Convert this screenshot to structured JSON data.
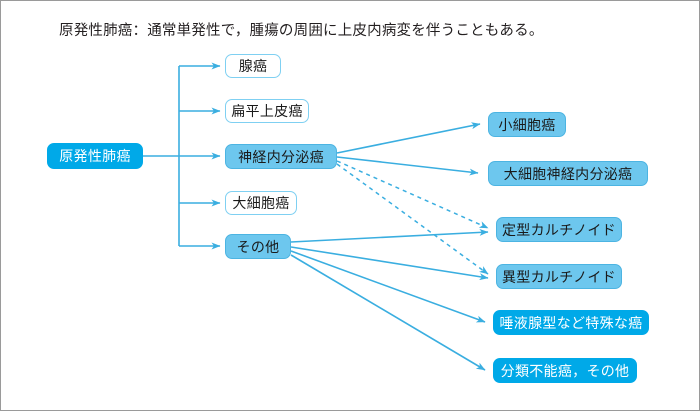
{
  "caption": {
    "text": "原発性肺癌：通常単発性で，腫瘍の周囲に上皮内病変を伴うこともある。"
  },
  "colors": {
    "primary_fill": "#00a9e8",
    "tinted_fill": "#6dc7ee",
    "node_border": "#4cb4e2",
    "outline_border": "#7fd0f2",
    "edge": "#3aaee0",
    "frame_border": "#9a9a9a",
    "caption_text": "#231f20",
    "light_text": "#ffffff",
    "dark_text": "#1a1a1a"
  },
  "diagram": {
    "type": "tree",
    "root": {
      "id": "primary-lung-cancer",
      "label": "原発性肺癌",
      "style": "primary"
    },
    "level2": [
      {
        "id": "adenocarcinoma",
        "label": "腺癌",
        "style": "outline"
      },
      {
        "id": "squamous",
        "label": "扁平上皮癌",
        "style": "outline"
      },
      {
        "id": "neuroendocrine",
        "label": "神経内分泌癌",
        "style": "tinted"
      },
      {
        "id": "large-cell",
        "label": "大細胞癌",
        "style": "outline"
      },
      {
        "id": "other",
        "label": "その他",
        "style": "tinted"
      }
    ],
    "level3": [
      {
        "id": "small-cell",
        "label": "小細胞癌",
        "style": "tinted"
      },
      {
        "id": "large-cell-neuro",
        "label": "大細胞神経内分泌癌",
        "style": "tinted"
      },
      {
        "id": "typical-carcinoid",
        "label": "定型カルチノイド",
        "style": "tinted"
      },
      {
        "id": "atypical-carcinoid",
        "label": "異型カルチノイド",
        "style": "tinted"
      },
      {
        "id": "salivary-type",
        "label": "唾液腺型など特殊な癌",
        "style": "primary"
      },
      {
        "id": "unclassifiable",
        "label": "分類不能癌，その他",
        "style": "primary"
      }
    ],
    "edges": [
      {
        "from": "primary-lung-cancer",
        "to": "adenocarcinoma",
        "line": "solid",
        "router": "orthogonal"
      },
      {
        "from": "primary-lung-cancer",
        "to": "squamous",
        "line": "solid",
        "router": "orthogonal"
      },
      {
        "from": "primary-lung-cancer",
        "to": "neuroendocrine",
        "line": "solid",
        "router": "orthogonal"
      },
      {
        "from": "primary-lung-cancer",
        "to": "large-cell",
        "line": "solid",
        "router": "orthogonal"
      },
      {
        "from": "primary-lung-cancer",
        "to": "other",
        "line": "solid",
        "router": "orthogonal"
      },
      {
        "from": "neuroendocrine",
        "to": "small-cell",
        "line": "solid",
        "router": "direct"
      },
      {
        "from": "neuroendocrine",
        "to": "large-cell-neuro",
        "line": "solid",
        "router": "direct"
      },
      {
        "from": "neuroendocrine",
        "to": "typical-carcinoid",
        "line": "dashed",
        "router": "direct"
      },
      {
        "from": "neuroendocrine",
        "to": "atypical-carcinoid",
        "line": "dashed",
        "router": "direct"
      },
      {
        "from": "other",
        "to": "typical-carcinoid",
        "line": "solid",
        "router": "direct"
      },
      {
        "from": "other",
        "to": "atypical-carcinoid",
        "line": "solid",
        "router": "direct"
      },
      {
        "from": "other",
        "to": "salivary-type",
        "line": "solid",
        "router": "direct"
      },
      {
        "from": "other",
        "to": "unclassifiable",
        "line": "solid",
        "router": "direct"
      }
    ]
  }
}
